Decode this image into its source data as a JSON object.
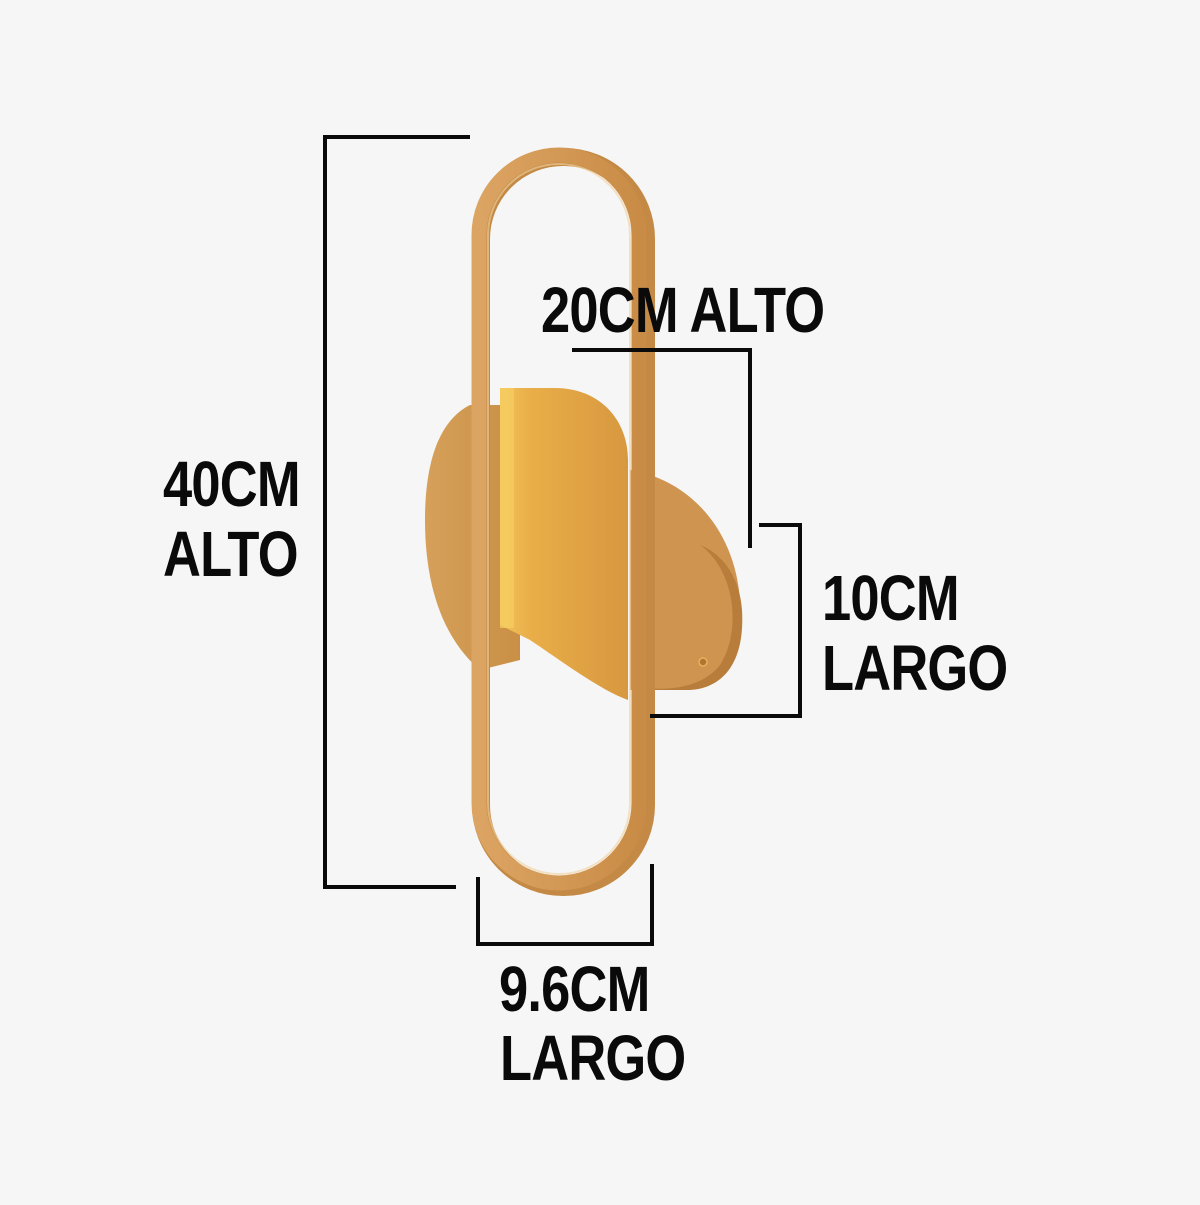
{
  "product": {
    "type": "wall-lamp",
    "shape": "oval ring with half-round shade",
    "finish_color": "#d59b4e",
    "finish_dark": "#b57a35",
    "finish_light": "#f0c063",
    "background_color": "#f6f6f6",
    "line_color": "#0a0a0a"
  },
  "dimensions": {
    "overall_height": {
      "line1": "40CM",
      "line2": "ALTO"
    },
    "shade_height": {
      "line1": "20CM ALTO"
    },
    "base_width": {
      "line1": "10CM",
      "line2": "LARGO"
    },
    "ring_width": {
      "line1": "9.6CM",
      "line2": "LARGO"
    }
  }
}
